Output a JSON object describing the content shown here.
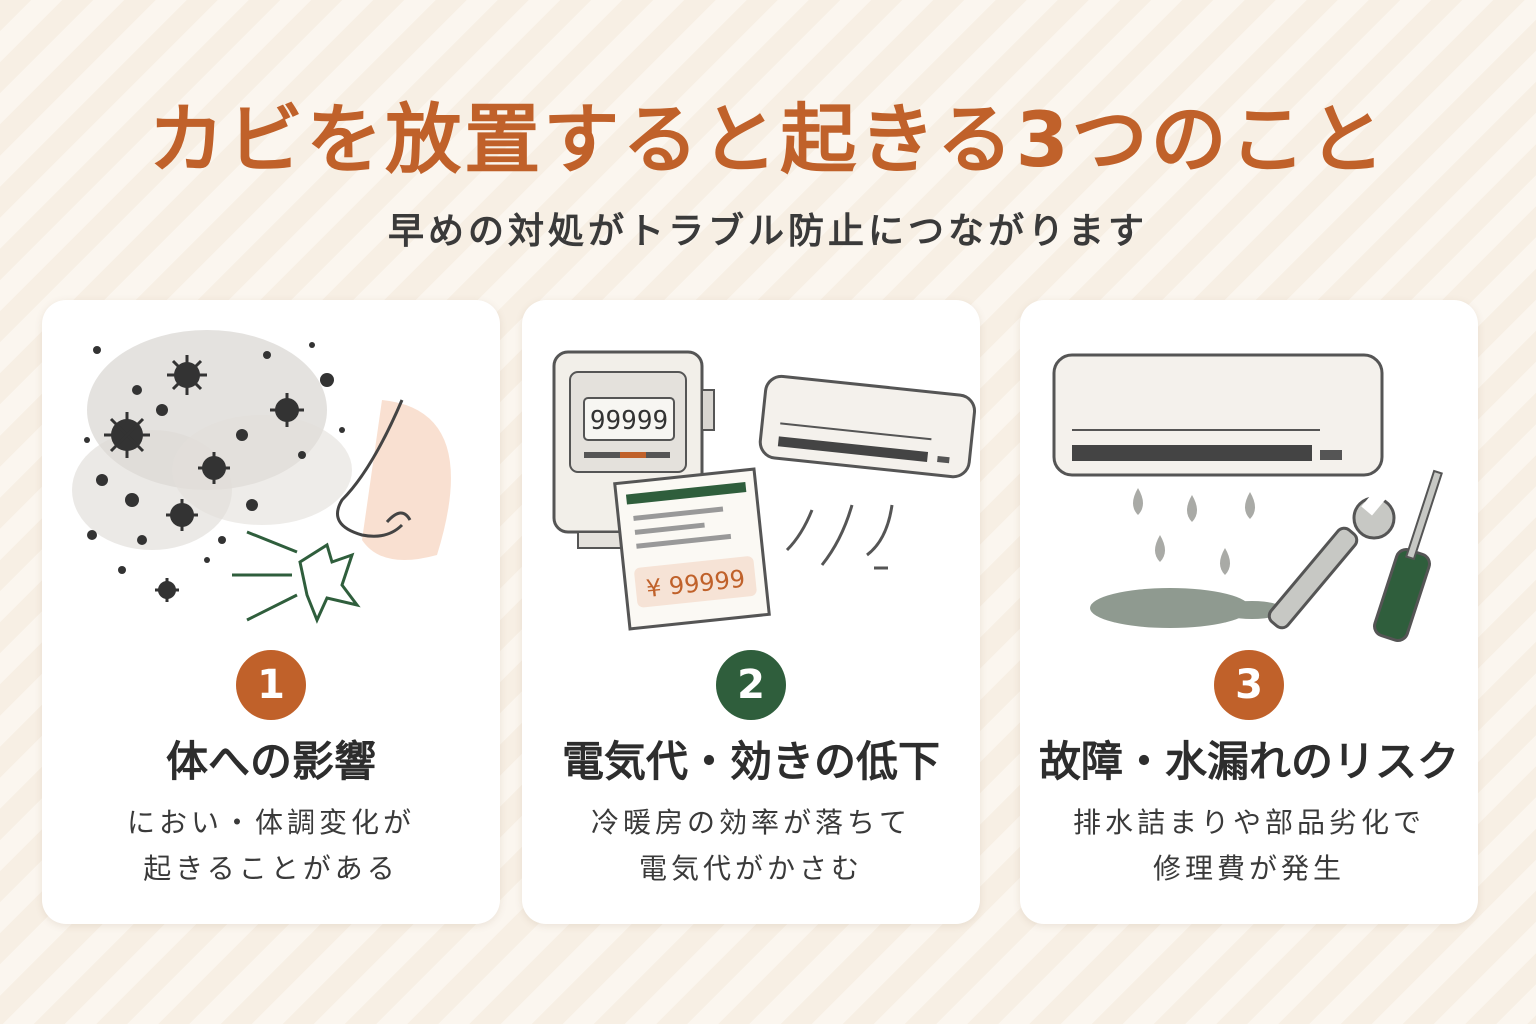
{
  "header": {
    "title": "カビを放置すると起きる3つのこと",
    "subtitle": "早めの対処がトラブル防止につながります"
  },
  "colors": {
    "accent": "#c0612a",
    "green": "#2f5e3c",
    "text": "#2d2d2d"
  },
  "cards": [
    {
      "number": "1",
      "title": "体への影響",
      "desc_lines": [
        "におい・体調変化が",
        "起きることがある"
      ],
      "badge_color": "#c0612a",
      "icons": [
        "mold-spores-icon",
        "nose-icon"
      ]
    },
    {
      "number": "2",
      "title": "電気代・効きの低下",
      "desc_lines": [
        "冷暖房の効率が落ちて",
        "電気代がかさむ"
      ],
      "badge_color": "#2f5e3c",
      "meter_reading": "99999",
      "bill_amount": "¥ 99999",
      "icons": [
        "electric-meter-icon",
        "bill-icon",
        "air-conditioner-icon"
      ]
    },
    {
      "number": "3",
      "title": "故障・水漏れのリスク",
      "desc_lines": [
        "排水詰まりや部品劣化で",
        "修理費が発生"
      ],
      "badge_color": "#c0612a",
      "icons": [
        "air-conditioner-icon",
        "water-drop-icon",
        "wrench-icon",
        "screwdriver-icon"
      ]
    }
  ]
}
